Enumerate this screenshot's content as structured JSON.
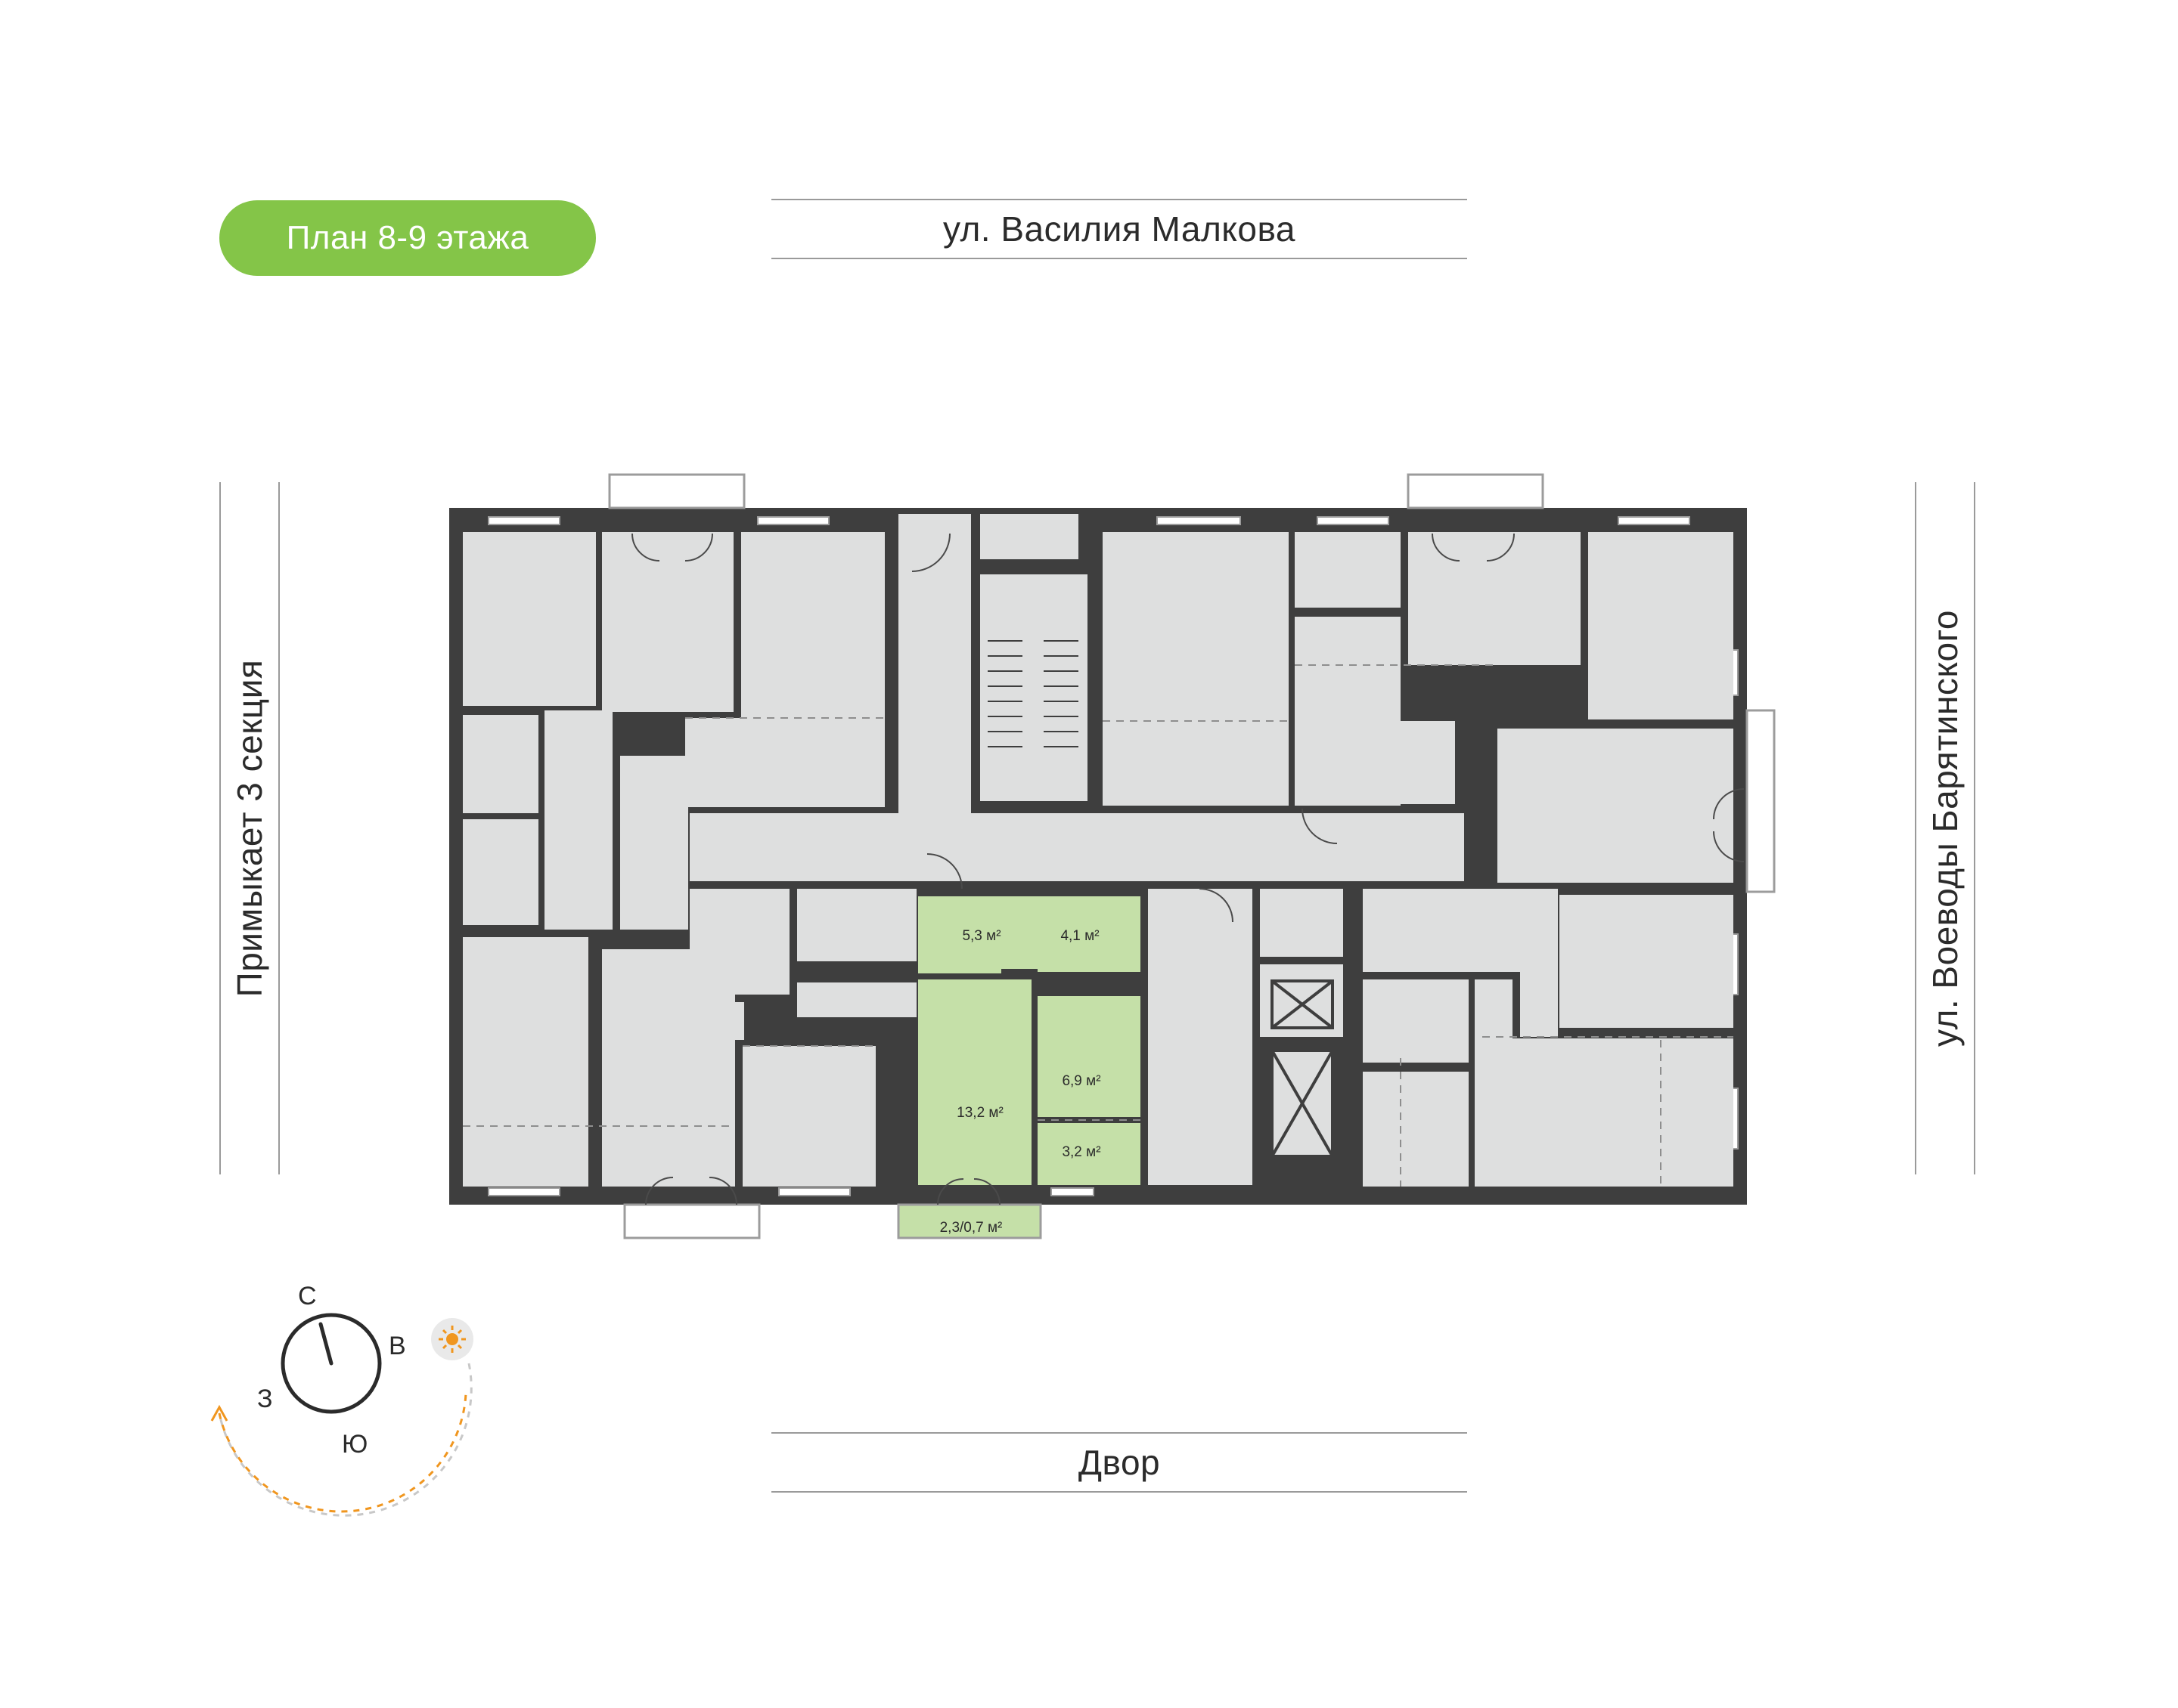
{
  "plan_badge": {
    "label": "План 8-9 этажа"
  },
  "streets": {
    "top": "ул. Василия Малкова",
    "bottom": "Двор",
    "left": "Примыкает 3 секция",
    "right": "ул. Воеводы Барятинского"
  },
  "apartment_areas": {
    "hall": "5,3 м²",
    "bathroom": "4,1 м²",
    "room": "13,2 м²",
    "kitchen": "6,9 м²",
    "corridor": "3,2 м²",
    "balcony": "2,3/0,7 м²"
  },
  "compass": {
    "north": "С",
    "east": "В",
    "south": "Ю",
    "west": "З",
    "sun_icon": "sun-icon"
  },
  "colors": {
    "accent_green": "#84c548",
    "highlight": "#c5e0a8",
    "wall": "#3e3e3e",
    "floor": "#dedfdf",
    "sun_path": "#f0961f"
  }
}
